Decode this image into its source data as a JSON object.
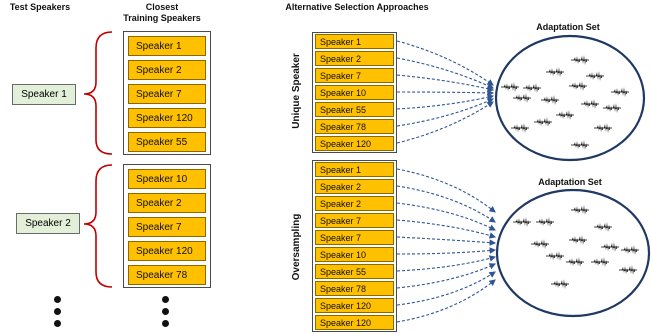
{
  "headers": {
    "test_speakers": "Test Speakers",
    "closest": "Closest",
    "training_speakers": "Training Speakers",
    "alternative": "Alternative Selection Approaches",
    "adaptation_set_1": "Adaptation Set",
    "adaptation_set_2": "Adaptation Set"
  },
  "test_speakers": [
    "Speaker 1",
    "Speaker 2"
  ],
  "closest_group_1": [
    "Speaker 1",
    "Speaker 2",
    "Speaker 7",
    "Speaker 120",
    "Speaker 55"
  ],
  "closest_group_2": [
    "Speaker 10",
    "Speaker 2",
    "Speaker 7",
    "Speaker 120",
    "Speaker 78"
  ],
  "unique": {
    "label": "Unique Speaker",
    "items": [
      "Speaker 1",
      "Speaker 2",
      "Speaker 7",
      "Speaker 10",
      "Speaker 55",
      "Speaker 78",
      "Speaker 120"
    ]
  },
  "oversampling": {
    "label": "Oversampling",
    "items": [
      "Speaker 1",
      "Speaker 2",
      "Speaker 2",
      "Speaker 7",
      "Speaker 7",
      "Speaker 10",
      "Speaker 55",
      "Speaker 78",
      "Speaker 120",
      "Speaker 120"
    ]
  },
  "colors": {
    "speaker_box": "#ffc000",
    "test_box": "#e2efd9",
    "bracket": "#c00000",
    "arrow": "#2f5597",
    "ellipse": "#1f3864"
  }
}
